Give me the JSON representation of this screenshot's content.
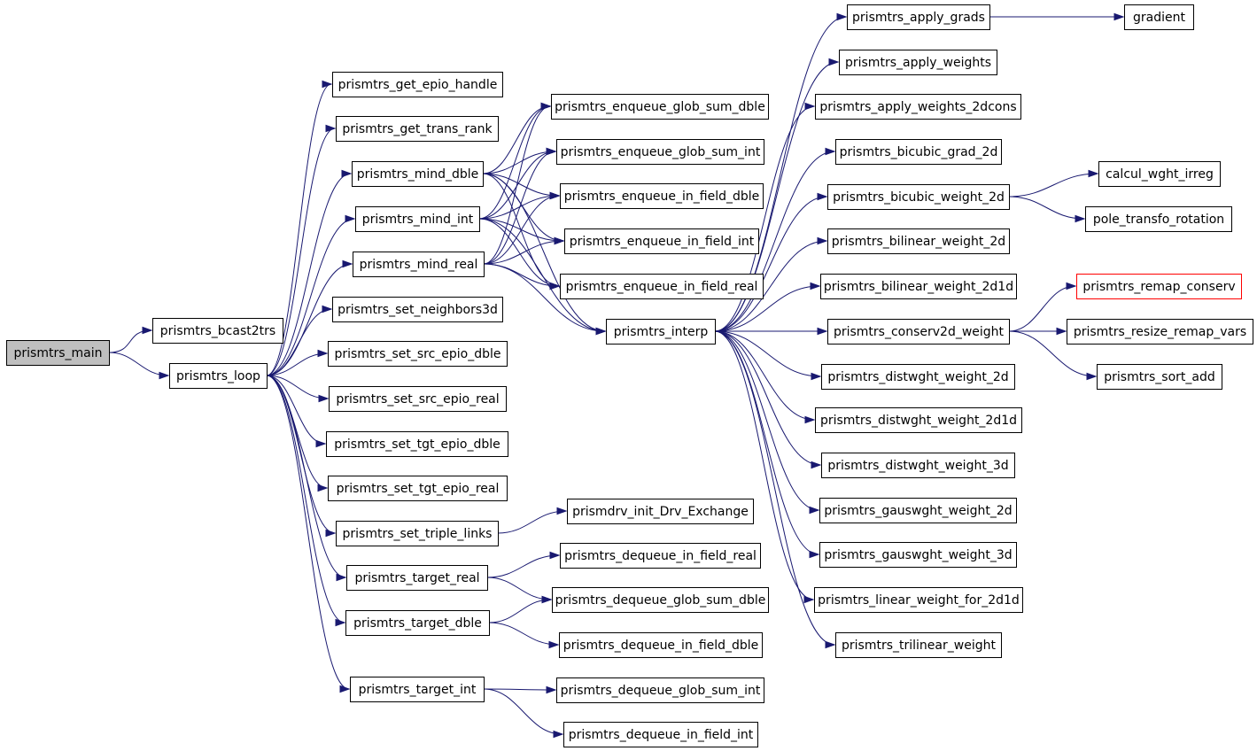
{
  "colors": {
    "edge": "#191970",
    "root_fill": "#bfbfbf",
    "truncated_border": "#ff0000",
    "node_border": "#000000"
  },
  "nodes": [
    {
      "id": "main",
      "label": "prismtrs_main",
      "root": true
    },
    {
      "id": "bcast",
      "label": "prismtrs_bcast2trs"
    },
    {
      "id": "loop",
      "label": "prismtrs_loop"
    },
    {
      "id": "epio_handle",
      "label": "prismtrs_get_epio_handle"
    },
    {
      "id": "trans_rank",
      "label": "prismtrs_get_trans_rank"
    },
    {
      "id": "mind_dble",
      "label": "prismtrs_mind_dble"
    },
    {
      "id": "mind_int",
      "label": "prismtrs_mind_int"
    },
    {
      "id": "mind_real",
      "label": "prismtrs_mind_real"
    },
    {
      "id": "neighbors3d",
      "label": "prismtrs_set_neighbors3d"
    },
    {
      "id": "src_dble",
      "label": "prismtrs_set_src_epio_dble"
    },
    {
      "id": "src_real",
      "label": "prismtrs_set_src_epio_real"
    },
    {
      "id": "tgt_dble",
      "label": "prismtrs_set_tgt_epio_dble"
    },
    {
      "id": "tgt_real",
      "label": "prismtrs_set_tgt_epio_real"
    },
    {
      "id": "triple",
      "label": "prismtrs_set_triple_links"
    },
    {
      "id": "target_real",
      "label": "prismtrs_target_real"
    },
    {
      "id": "target_dble",
      "label": "prismtrs_target_dble"
    },
    {
      "id": "target_int",
      "label": "prismtrs_target_int"
    },
    {
      "id": "enq_gsd",
      "label": "prismtrs_enqueue_glob_sum_dble"
    },
    {
      "id": "enq_gsi",
      "label": "prismtrs_enqueue_glob_sum_int"
    },
    {
      "id": "enq_ifd",
      "label": "prismtrs_enqueue_in_field_dble"
    },
    {
      "id": "enq_ifi",
      "label": "prismtrs_enqueue_in_field_int"
    },
    {
      "id": "enq_ifr",
      "label": "prismtrs_enqueue_in_field_real"
    },
    {
      "id": "interp",
      "label": "prismtrs_interp"
    },
    {
      "id": "drv",
      "label": "prismdrv_init_Drv_Exchange"
    },
    {
      "id": "deq_ifr",
      "label": "prismtrs_dequeue_in_field_real"
    },
    {
      "id": "deq_gsd",
      "label": "prismtrs_dequeue_glob_sum_dble"
    },
    {
      "id": "deq_ifd",
      "label": "prismtrs_dequeue_in_field_dble"
    },
    {
      "id": "deq_gsi",
      "label": "prismtrs_dequeue_glob_sum_int"
    },
    {
      "id": "deq_ifi",
      "label": "prismtrs_dequeue_in_field_int"
    },
    {
      "id": "apply_grads",
      "label": "prismtrs_apply_grads"
    },
    {
      "id": "apply_weights",
      "label": "prismtrs_apply_weights"
    },
    {
      "id": "apply_2dcons",
      "label": "prismtrs_apply_weights_2dcons"
    },
    {
      "id": "bicubic_grad",
      "label": "prismtrs_bicubic_grad_2d"
    },
    {
      "id": "bicubic_weight",
      "label": "prismtrs_bicubic_weight_2d"
    },
    {
      "id": "bilinear_2d",
      "label": "prismtrs_bilinear_weight_2d"
    },
    {
      "id": "bilinear_2d1d",
      "label": "prismtrs_bilinear_weight_2d1d"
    },
    {
      "id": "conserv2d",
      "label": "prismtrs_conserv2d_weight"
    },
    {
      "id": "dist_2d",
      "label": "prismtrs_distwght_weight_2d"
    },
    {
      "id": "dist_2d1d",
      "label": "prismtrs_distwght_weight_2d1d"
    },
    {
      "id": "dist_3d",
      "label": "prismtrs_distwght_weight_3d"
    },
    {
      "id": "gaus_2d",
      "label": "prismtrs_gauswght_weight_2d"
    },
    {
      "id": "gaus_3d",
      "label": "prismtrs_gauswght_weight_3d"
    },
    {
      "id": "linear_2d1d",
      "label": "prismtrs_linear_weight_for_2d1d"
    },
    {
      "id": "trilinear",
      "label": "prismtrs_trilinear_weight"
    },
    {
      "id": "gradient",
      "label": "gradient"
    },
    {
      "id": "calcul",
      "label": "calcul_wght_irreg"
    },
    {
      "id": "pole",
      "label": "pole_transfo_rotation"
    },
    {
      "id": "remap_conserv",
      "label": "prismtrs_remap_conserv",
      "truncated": true
    },
    {
      "id": "resize",
      "label": "prismtrs_resize_remap_vars"
    },
    {
      "id": "sort_add",
      "label": "prismtrs_sort_add"
    }
  ],
  "edges": [
    [
      "main",
      "bcast"
    ],
    [
      "main",
      "loop"
    ],
    [
      "loop",
      "epio_handle"
    ],
    [
      "loop",
      "trans_rank"
    ],
    [
      "loop",
      "mind_dble"
    ],
    [
      "loop",
      "mind_int"
    ],
    [
      "loop",
      "mind_real"
    ],
    [
      "loop",
      "neighbors3d"
    ],
    [
      "loop",
      "src_dble"
    ],
    [
      "loop",
      "src_real"
    ],
    [
      "loop",
      "tgt_dble"
    ],
    [
      "loop",
      "tgt_real"
    ],
    [
      "loop",
      "triple"
    ],
    [
      "loop",
      "target_real"
    ],
    [
      "loop",
      "target_dble"
    ],
    [
      "loop",
      "target_int"
    ],
    [
      "mind_dble",
      "enq_gsd"
    ],
    [
      "mind_dble",
      "enq_gsi"
    ],
    [
      "mind_dble",
      "enq_ifd"
    ],
    [
      "mind_dble",
      "enq_ifi"
    ],
    [
      "mind_dble",
      "enq_ifr"
    ],
    [
      "mind_dble",
      "interp"
    ],
    [
      "mind_int",
      "enq_gsd"
    ],
    [
      "mind_int",
      "enq_gsi"
    ],
    [
      "mind_int",
      "enq_ifd"
    ],
    [
      "mind_int",
      "enq_ifi"
    ],
    [
      "mind_int",
      "enq_ifr"
    ],
    [
      "mind_int",
      "interp"
    ],
    [
      "mind_real",
      "enq_gsd"
    ],
    [
      "mind_real",
      "enq_gsi"
    ],
    [
      "mind_real",
      "enq_ifd"
    ],
    [
      "mind_real",
      "enq_ifi"
    ],
    [
      "mind_real",
      "enq_ifr"
    ],
    [
      "mind_real",
      "interp"
    ],
    [
      "triple",
      "drv"
    ],
    [
      "target_real",
      "deq_ifr"
    ],
    [
      "target_real",
      "deq_gsd"
    ],
    [
      "target_dble",
      "deq_gsd"
    ],
    [
      "target_dble",
      "deq_ifd"
    ],
    [
      "target_int",
      "deq_gsi"
    ],
    [
      "target_int",
      "deq_ifi"
    ],
    [
      "interp",
      "apply_grads"
    ],
    [
      "interp",
      "apply_weights"
    ],
    [
      "interp",
      "apply_2dcons"
    ],
    [
      "interp",
      "bicubic_grad"
    ],
    [
      "interp",
      "bicubic_weight"
    ],
    [
      "interp",
      "bilinear_2d"
    ],
    [
      "interp",
      "bilinear_2d1d"
    ],
    [
      "interp",
      "conserv2d"
    ],
    [
      "interp",
      "dist_2d"
    ],
    [
      "interp",
      "dist_2d1d"
    ],
    [
      "interp",
      "dist_3d"
    ],
    [
      "interp",
      "gaus_2d"
    ],
    [
      "interp",
      "gaus_3d"
    ],
    [
      "interp",
      "linear_2d1d"
    ],
    [
      "interp",
      "trilinear"
    ],
    [
      "apply_grads",
      "gradient"
    ],
    [
      "bicubic_weight",
      "calcul"
    ],
    [
      "bicubic_weight",
      "pole"
    ],
    [
      "conserv2d",
      "remap_conserv"
    ],
    [
      "conserv2d",
      "resize"
    ],
    [
      "conserv2d",
      "sort_add"
    ]
  ]
}
